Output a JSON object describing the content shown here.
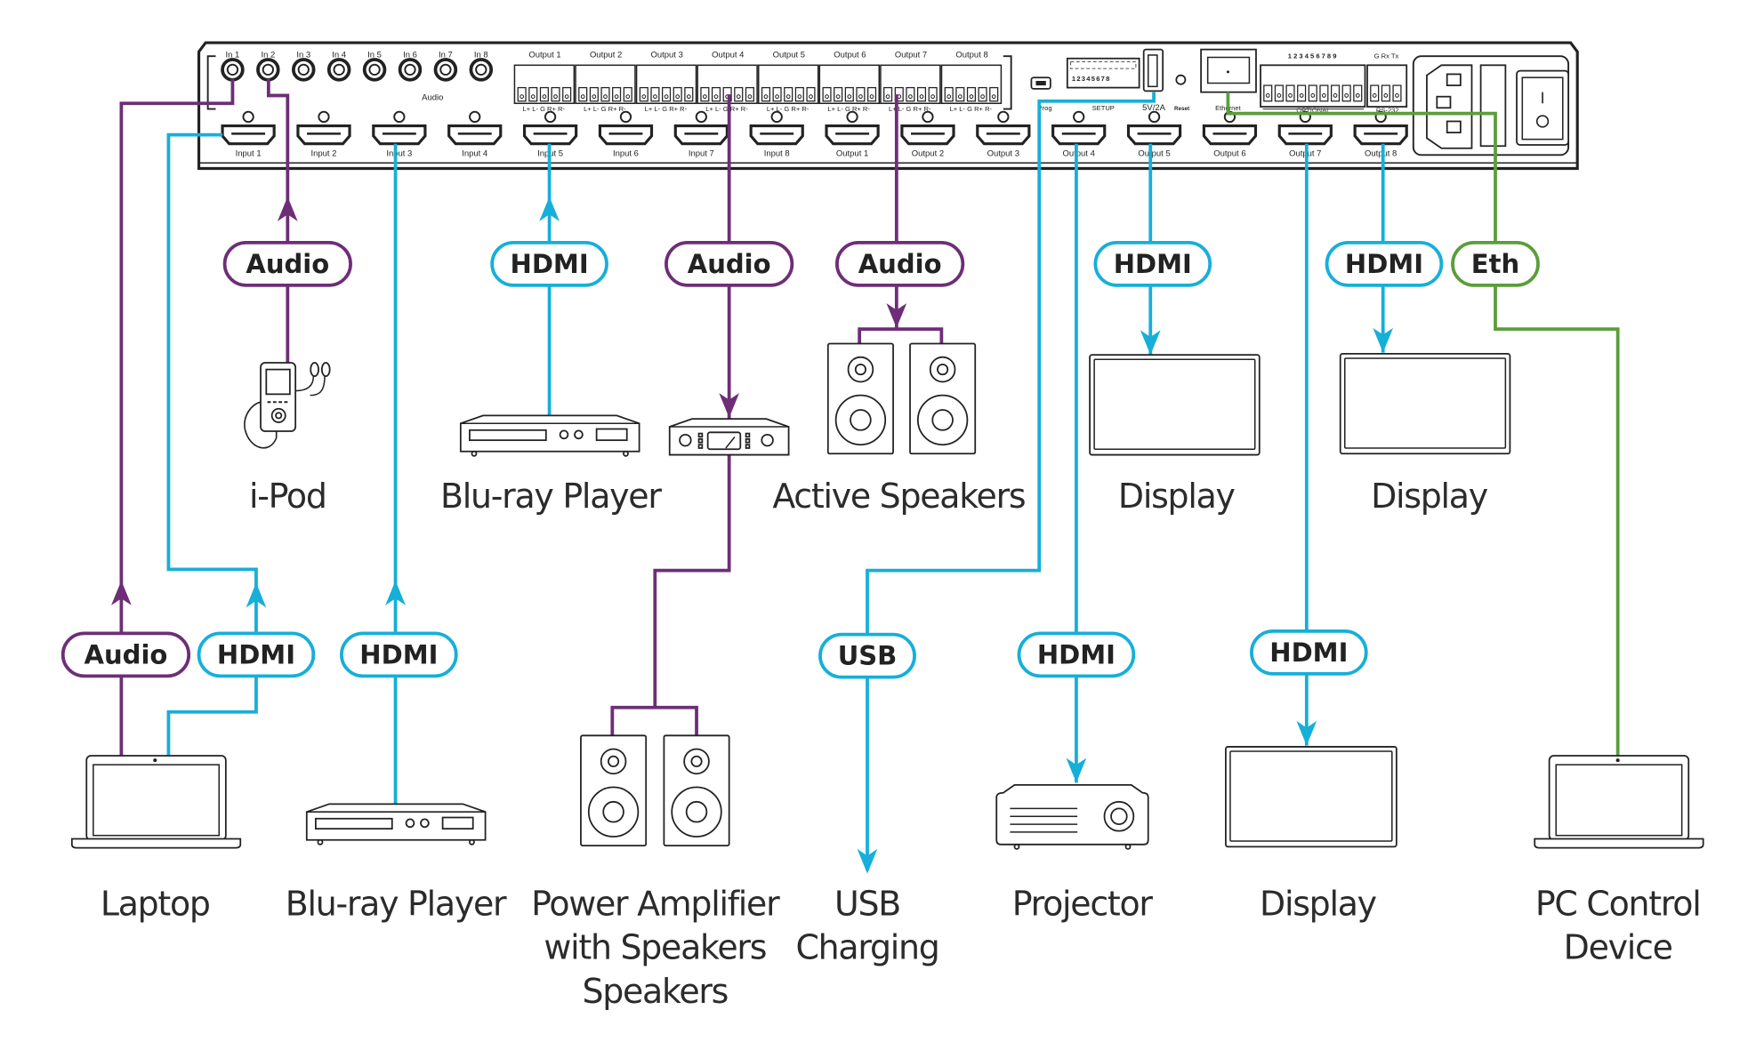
{
  "colors": {
    "hdmi": "#16afd9",
    "audio": "#6e2e77",
    "ethernet": "#5a9e3c",
    "usb": "#16afd9"
  },
  "panel": {
    "audio_inputs": [
      "In 1",
      "In 2",
      "In 3",
      "In 4",
      "In 5",
      "In 6",
      "In 7",
      "In 8"
    ],
    "audio_group_label": "Audio",
    "audio_outputs": [
      "Output 1",
      "Output 2",
      "Output 3",
      "Output 4",
      "Output 5",
      "Output 6",
      "Output 7",
      "Output 8"
    ],
    "terminal_pins": "L+ L- G R+ R-",
    "hdmi_ports": [
      "Input 1",
      "Input 2",
      "Input 3",
      "Input 4",
      "Input 5",
      "Input 6",
      "Input 7",
      "Input 8",
      "Output 1",
      "Output 2",
      "Output 3",
      "Output 4",
      "Output 5",
      "Output 6",
      "Output 7",
      "Output 8"
    ],
    "prog_label": "Prog",
    "setup_label": "SETUP",
    "dip_numbers": "12345678",
    "usb_label": "5V/2A",
    "reset_label": "Reset",
    "ethernet_label": "Ethernet",
    "optional_label": "OPTIONAL",
    "optional_pins": "1 2 3 4 5 6 7 8 9",
    "rs232_label": "RS-232",
    "rs232_pins": "G Rx Tx"
  },
  "connections": [
    {
      "id": "ipod-audio",
      "label": "Audio",
      "type": "audio"
    },
    {
      "id": "bluray-top-hdmi",
      "label": "HDMI",
      "type": "hdmi"
    },
    {
      "id": "amp-audio",
      "label": "Audio",
      "type": "audio"
    },
    {
      "id": "active-speakers-audio",
      "label": "Audio",
      "type": "audio"
    },
    {
      "id": "display1-hdmi",
      "label": "HDMI",
      "type": "hdmi"
    },
    {
      "id": "display2-hdmi",
      "label": "HDMI",
      "type": "hdmi"
    },
    {
      "id": "pc-eth",
      "label": "Eth",
      "type": "ethernet"
    },
    {
      "id": "laptop-audio",
      "label": "Audio",
      "type": "audio"
    },
    {
      "id": "laptop-hdmi",
      "label": "HDMI",
      "type": "hdmi"
    },
    {
      "id": "bluray-bottom-hdmi",
      "label": "HDMI",
      "type": "hdmi"
    },
    {
      "id": "usb-charging",
      "label": "USB",
      "type": "usb"
    },
    {
      "id": "projector-hdmi",
      "label": "HDMI",
      "type": "hdmi"
    },
    {
      "id": "display3-hdmi",
      "label": "HDMI",
      "type": "hdmi"
    }
  ],
  "devices": {
    "ipod": "i-Pod",
    "bluray_top": "Blu-ray Player",
    "active_speakers": "Active Speakers",
    "display_1": "Display",
    "display_2": "Display",
    "laptop": "Laptop",
    "bluray_bottom": "Blu-ray Player",
    "power_amp": [
      "Power Amplifier",
      "with Speakers",
      "Speakers"
    ],
    "usb_charging": [
      "USB",
      "Charging"
    ],
    "projector": "Projector",
    "display_3": "Display",
    "pc_control": [
      "PC Control",
      "Device"
    ]
  }
}
